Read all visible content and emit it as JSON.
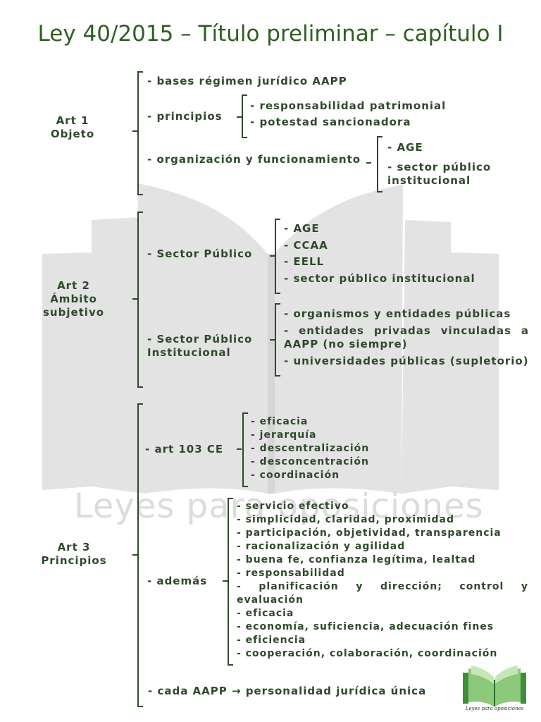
{
  "title": "Ley 40/2015 – Título preliminar – capítulo I",
  "watermark": "Leyes para oposiciones",
  "logo_caption": "Leyes para oposiciones",
  "art1": {
    "label1": "Art 1",
    "label2": "Objeto",
    "bases": "- bases régimen jurídico AAPP",
    "principios": "- principios",
    "principios_items": [
      "- responsabilidad patrimonial",
      "- potestad sancionadora"
    ],
    "organizacion": "- organización y funcionamiento",
    "organizacion_items": [
      "- AGE",
      "- sector público",
      "institucional"
    ]
  },
  "art2": {
    "label1": "Art 2",
    "label2": "Ámbito",
    "label3": "subjetivo",
    "sector_publico": "- Sector Público",
    "sector_publico_items": [
      "- AGE",
      "- CCAA",
      "- EELL",
      "- sector público institucional"
    ],
    "spi1": "- Sector Público",
    "spi2": "Institucional",
    "spi_items": [
      "- organismos y entidades públicas",
      "- entidades privadas vinculadas a AAPP (no siempre)",
      "- universidades públicas (supletorio)"
    ]
  },
  "art3": {
    "label1": "Art 3",
    "label2": "Principios",
    "art103": "- art 103 CE",
    "art103_items": [
      "-  eficacia",
      "-  jerarquía",
      "-  descentralización",
      "-  desconcentración",
      "-  coordinación"
    ],
    "ademas": "- además",
    "ademas_items": [
      "-  servicio efectivo",
      "-  simplicidad, claridad, proximidad",
      "-  participación, objetividad, transparencia",
      "-  racionalización y agilidad",
      "-  buena fe, confianza legítima, lealtad",
      "-  responsabilidad",
      "-  planificación y dirección; control y evaluación",
      "-  eficacia",
      "-  economía, suficiencia, adecuación fines",
      "-  eficiencia",
      "-  cooperación, colaboración, coordinación"
    ],
    "cada": "- cada AAPP → personalidad jurídica única"
  }
}
